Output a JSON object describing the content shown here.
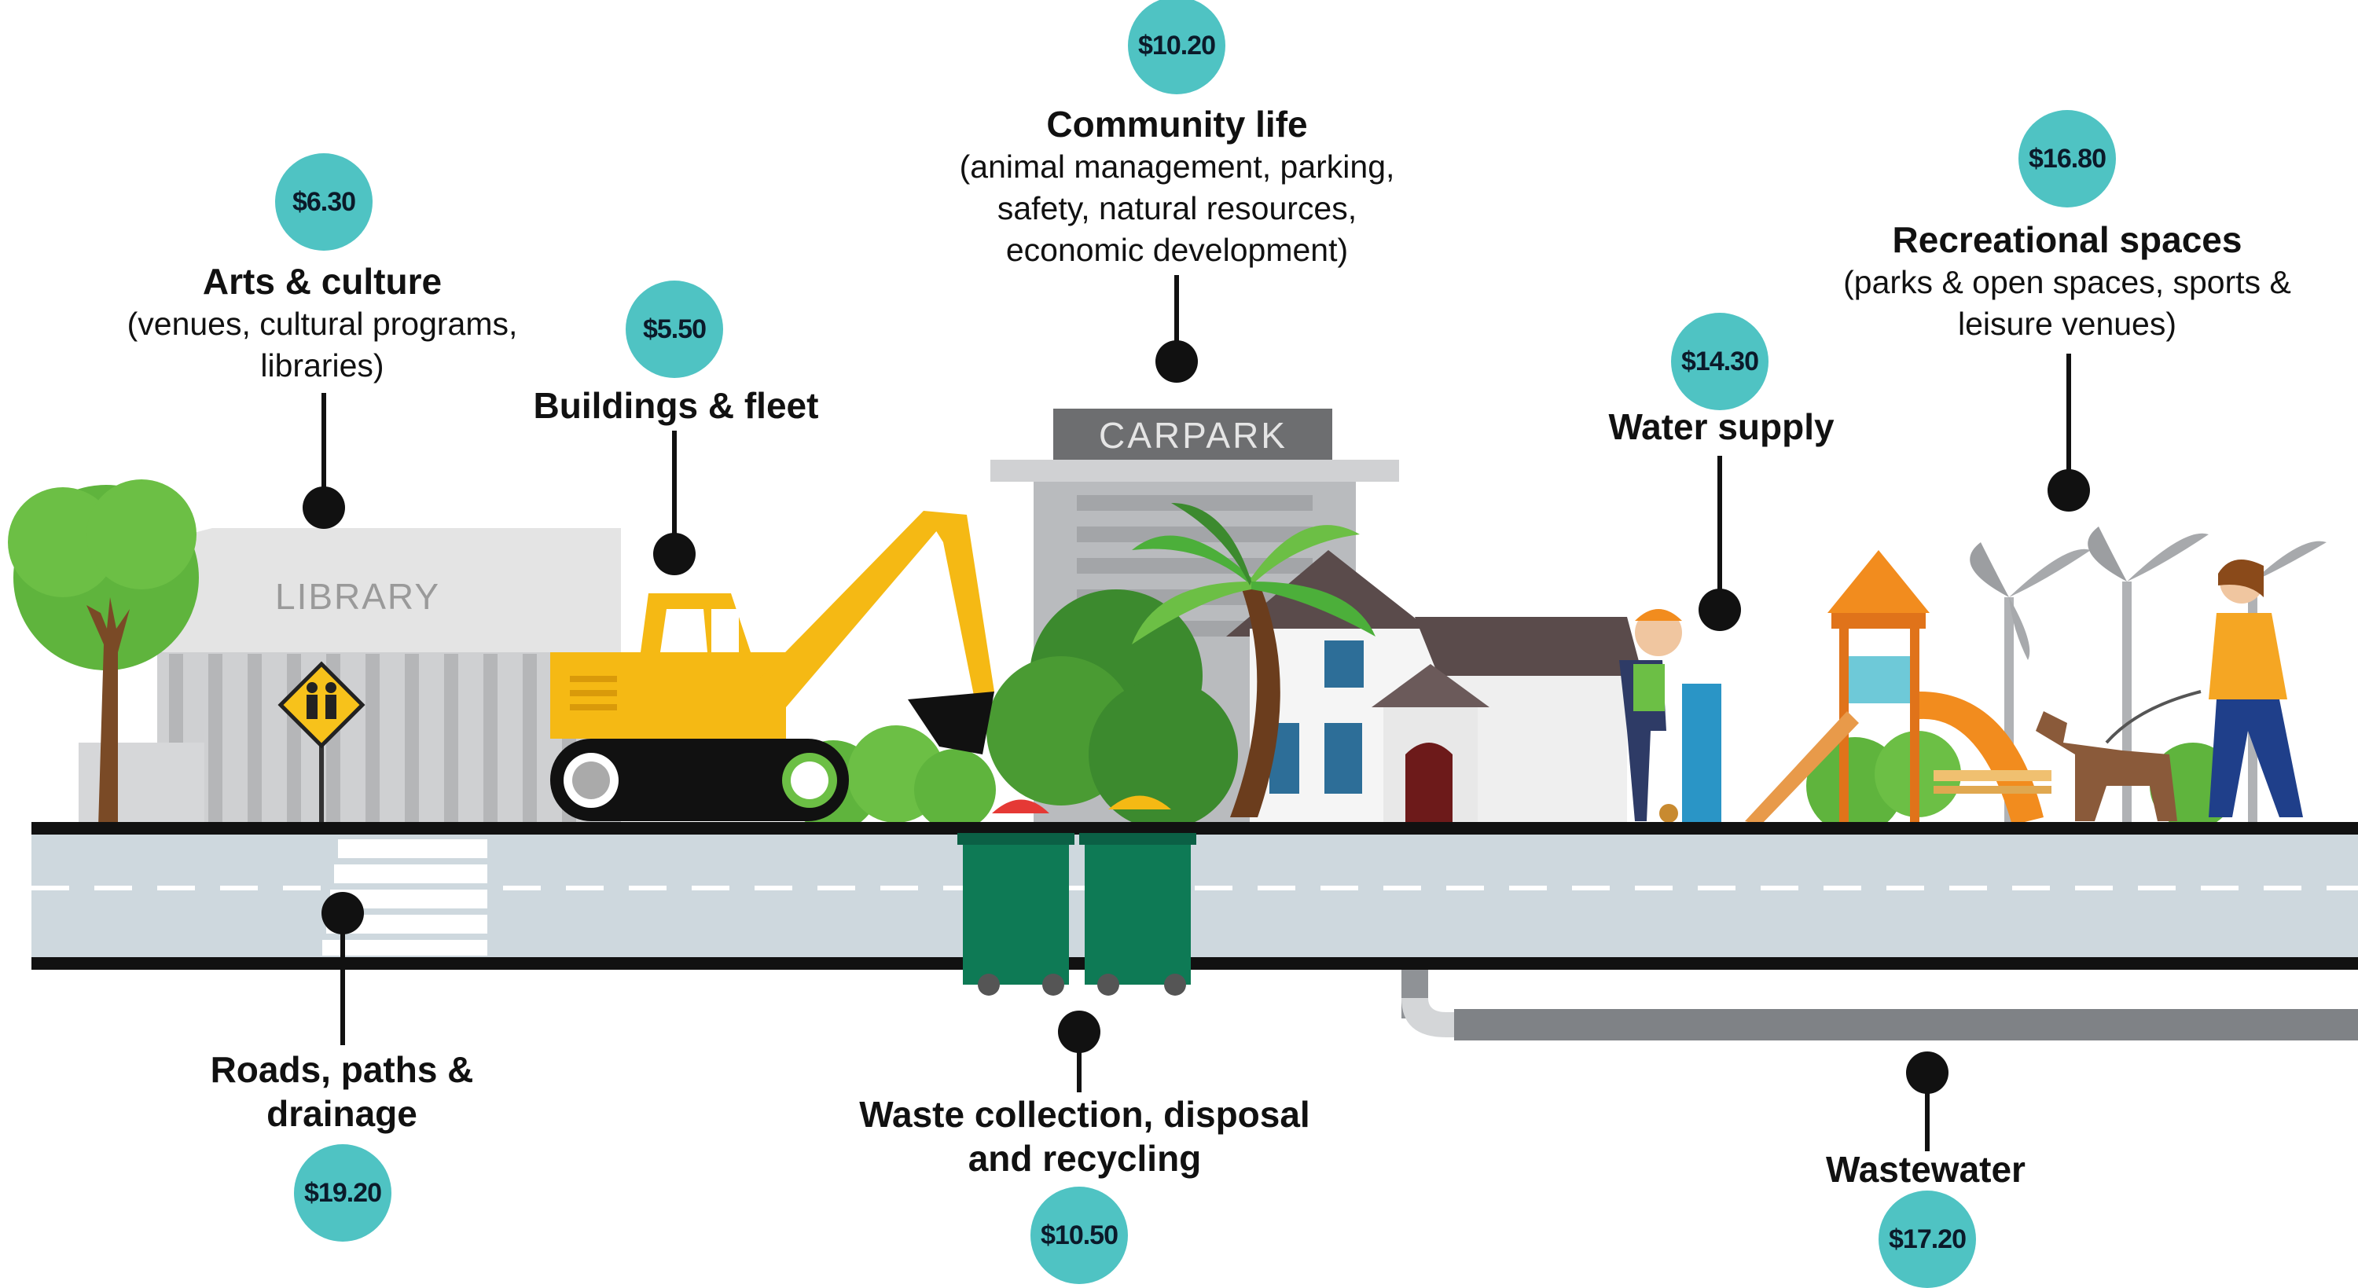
{
  "categories": {
    "arts": {
      "title": "Arts & culture",
      "detail": "(venues, cultural programs, libraries)",
      "price": "$6.30"
    },
    "buildings": {
      "title": "Buildings & fleet",
      "price": "$5.50"
    },
    "community": {
      "title": "Community life",
      "detail": "(animal management, parking, safety, natural resources, economic development)",
      "price": "$10.20"
    },
    "water": {
      "title": "Water supply",
      "price": "$14.30"
    },
    "recreation": {
      "title": "Recreational spaces",
      "detail": "(parks & open spaces, sports & leisure venues)",
      "price": "$16.80"
    },
    "roads": {
      "title": "Roads, paths & drainage",
      "price": "$19.20"
    },
    "waste": {
      "title": "Waste collection, disposal and recycling",
      "price": "$10.50"
    },
    "wastewater": {
      "title": "Wastewater",
      "price": "$17.20"
    }
  },
  "signs": {
    "library": "LIBRARY",
    "carpark": "CARPARK"
  },
  "colors": {
    "teal": "#4fc3c3",
    "green": "#6cbf45",
    "yellow": "#f5b914",
    "bin": "#0e7a55"
  },
  "icons": [
    "tree-icon",
    "pedestrian-sign-icon",
    "excavator-icon",
    "palm-tree-icon",
    "house-icon",
    "bin-icon",
    "drinking-fountain-icon",
    "playground-icon",
    "wind-turbine-icon",
    "dog-walker-icon"
  ]
}
